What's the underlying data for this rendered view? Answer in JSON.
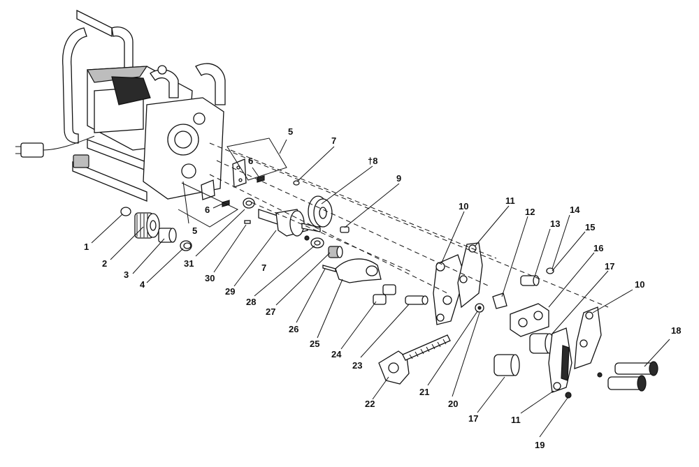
{
  "labels": [
    {
      "id": "l1",
      "text": "1"
    },
    {
      "id": "l2",
      "text": "2"
    },
    {
      "id": "l3",
      "text": "3"
    },
    {
      "id": "l4",
      "text": "4"
    },
    {
      "id": "l5a",
      "text": "5"
    },
    {
      "id": "l5b",
      "text": "5"
    },
    {
      "id": "l6a",
      "text": "6"
    },
    {
      "id": "l6b",
      "text": "6"
    },
    {
      "id": "l7a",
      "text": "7"
    },
    {
      "id": "l7b",
      "text": "7"
    },
    {
      "id": "l8",
      "text": "†8"
    },
    {
      "id": "l9",
      "text": "9"
    },
    {
      "id": "l10a",
      "text": "10"
    },
    {
      "id": "l10b",
      "text": "10"
    },
    {
      "id": "l11a",
      "text": "11"
    },
    {
      "id": "l11b",
      "text": "11"
    },
    {
      "id": "l12",
      "text": "12"
    },
    {
      "id": "l13",
      "text": "13"
    },
    {
      "id": "l14",
      "text": "14"
    },
    {
      "id": "l15",
      "text": "15"
    },
    {
      "id": "l16",
      "text": "16"
    },
    {
      "id": "l17a",
      "text": "17"
    },
    {
      "id": "l17b",
      "text": "17"
    },
    {
      "id": "l18",
      "text": "18"
    },
    {
      "id": "l19",
      "text": "19"
    },
    {
      "id": "l20",
      "text": "20"
    },
    {
      "id": "l21",
      "text": "21"
    },
    {
      "id": "l22",
      "text": "22"
    },
    {
      "id": "l23",
      "text": "23"
    },
    {
      "id": "l24",
      "text": "24"
    },
    {
      "id": "l25",
      "text": "25"
    },
    {
      "id": "l26",
      "text": "26"
    },
    {
      "id": "l27",
      "text": "27"
    },
    {
      "id": "l28",
      "text": "28"
    },
    {
      "id": "l29",
      "text": "29"
    },
    {
      "id": "l30",
      "text": "30"
    },
    {
      "id": "l31",
      "text": "31"
    }
  ]
}
